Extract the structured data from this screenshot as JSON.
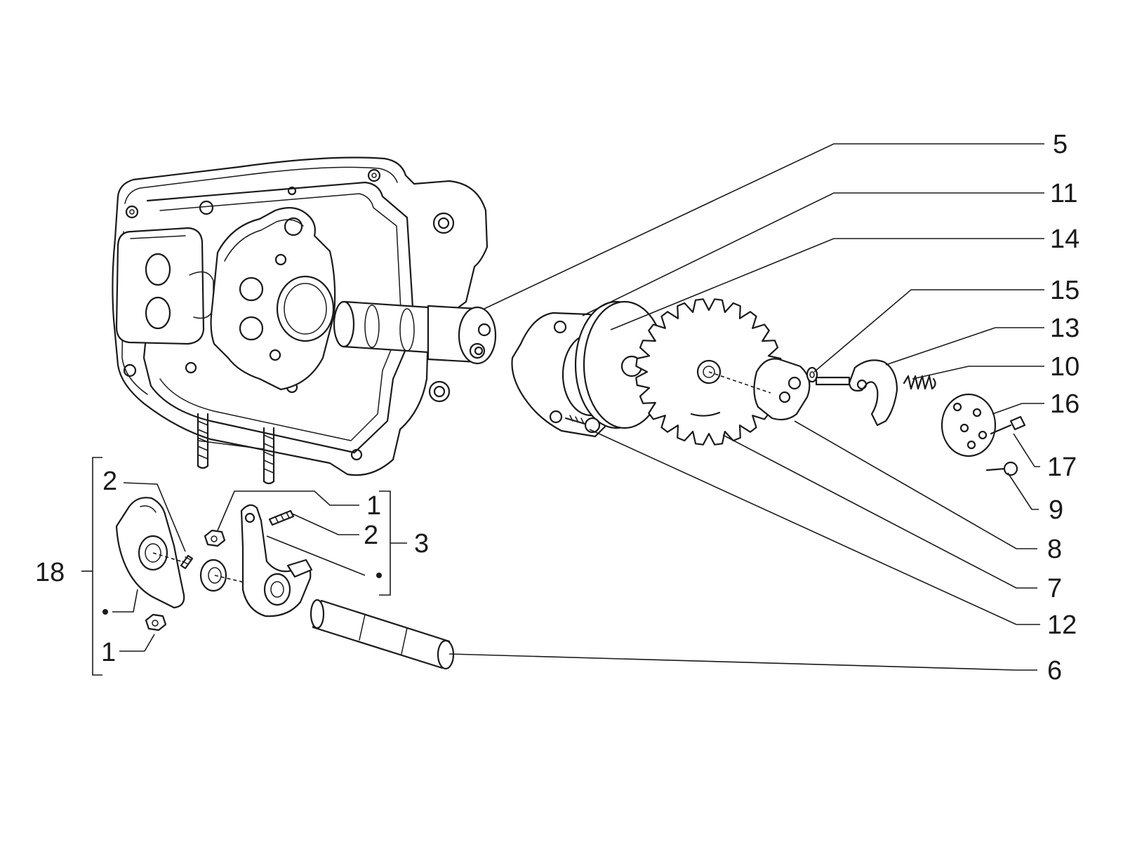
{
  "callouts": [
    {
      "id": "c5",
      "text": "5"
    },
    {
      "id": "c11",
      "text": "11"
    },
    {
      "id": "c14",
      "text": "14"
    },
    {
      "id": "c15",
      "text": "15"
    },
    {
      "id": "c13",
      "text": "13"
    },
    {
      "id": "c10",
      "text": "10"
    },
    {
      "id": "c16",
      "text": "16"
    },
    {
      "id": "c17",
      "text": "17"
    },
    {
      "id": "c9",
      "text": "9"
    },
    {
      "id": "c8",
      "text": "8"
    },
    {
      "id": "c7",
      "text": "7"
    },
    {
      "id": "c12",
      "text": "12"
    },
    {
      "id": "c6",
      "text": "6"
    },
    {
      "id": "c3",
      "text": "3"
    },
    {
      "id": "c1a",
      "text": "1"
    },
    {
      "id": "c2a",
      "text": "2"
    },
    {
      "id": "c2b",
      "text": "2"
    },
    {
      "id": "c1b",
      "text": "1"
    },
    {
      "id": "c18",
      "text": "18"
    }
  ],
  "parts": [
    "cylinder-head",
    "camshaft",
    "camshaft-support",
    "thrust-ring",
    "timing-sprocket",
    "cam-weight",
    "washer",
    "decompressor-lever",
    "return-spring",
    "cover-plate",
    "sprocket-bolt",
    "plate-screw",
    "support-screw",
    "rocker-arm-intake",
    "rocker-arm-exhaust",
    "rocker-shaft",
    "adjuster-screw",
    "lock-nut",
    "bushing"
  ]
}
